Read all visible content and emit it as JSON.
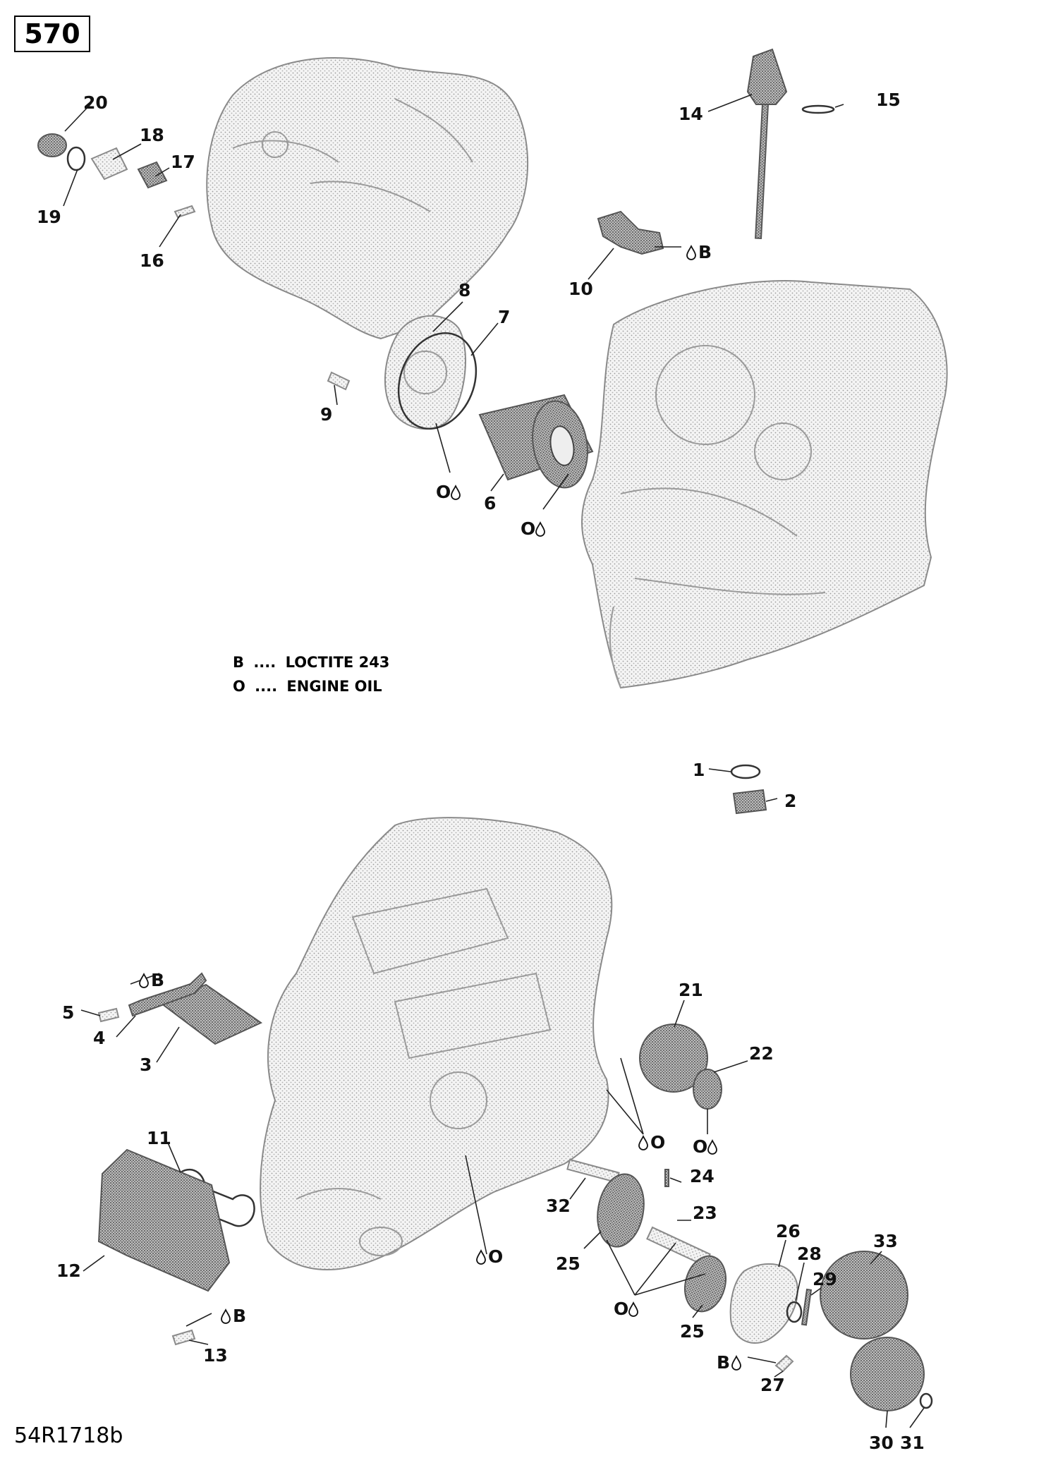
{
  "page_number": "570",
  "diagram_code": "54R1718b",
  "legend": [
    {
      "code": "B",
      "separator": "....",
      "meaning": "LOCTITE 243"
    },
    {
      "code": "O",
      "separator": "....",
      "meaning": "ENGINE OIL"
    }
  ],
  "callouts": [
    {
      "id": "c1",
      "text": "1"
    },
    {
      "id": "c2",
      "text": "2"
    },
    {
      "id": "c3",
      "text": "3"
    },
    {
      "id": "c4",
      "text": "4"
    },
    {
      "id": "c5",
      "text": "5"
    },
    {
      "id": "c6",
      "text": "6"
    },
    {
      "id": "c7",
      "text": "7"
    },
    {
      "id": "c8",
      "text": "8"
    },
    {
      "id": "c9",
      "text": "9"
    },
    {
      "id": "c10",
      "text": "10"
    },
    {
      "id": "c11",
      "text": "11"
    },
    {
      "id": "c12",
      "text": "12"
    },
    {
      "id": "c13",
      "text": "13"
    },
    {
      "id": "c14",
      "text": "14"
    },
    {
      "id": "c15",
      "text": "15"
    },
    {
      "id": "c16",
      "text": "16"
    },
    {
      "id": "c17",
      "text": "17"
    },
    {
      "id": "c18",
      "text": "18"
    },
    {
      "id": "c19",
      "text": "19"
    },
    {
      "id": "c20",
      "text": "20"
    },
    {
      "id": "c21",
      "text": "21"
    },
    {
      "id": "c22",
      "text": "22"
    },
    {
      "id": "c23",
      "text": "23"
    },
    {
      "id": "c24",
      "text": "24"
    },
    {
      "id": "c25a",
      "text": "25"
    },
    {
      "id": "c25b",
      "text": "25"
    },
    {
      "id": "c26",
      "text": "26"
    },
    {
      "id": "c27",
      "text": "27"
    },
    {
      "id": "c28",
      "text": "28"
    },
    {
      "id": "c29",
      "text": "29"
    },
    {
      "id": "c30",
      "text": "30"
    },
    {
      "id": "c31",
      "text": "31"
    },
    {
      "id": "c32",
      "text": "32"
    },
    {
      "id": "c33",
      "text": "33"
    }
  ],
  "product_markers": [
    {
      "id": "m10",
      "text": "B"
    },
    {
      "id": "m7",
      "text": "O"
    },
    {
      "id": "m6",
      "text": "O"
    },
    {
      "id": "m5",
      "text": "B"
    },
    {
      "id": "m21",
      "text": "O"
    },
    {
      "id": "m22",
      "text": "O"
    },
    {
      "id": "m32",
      "text": "O"
    },
    {
      "id": "m23",
      "text": "O"
    },
    {
      "id": "m13",
      "text": "B"
    },
    {
      "id": "m27",
      "text": "B"
    }
  ]
}
